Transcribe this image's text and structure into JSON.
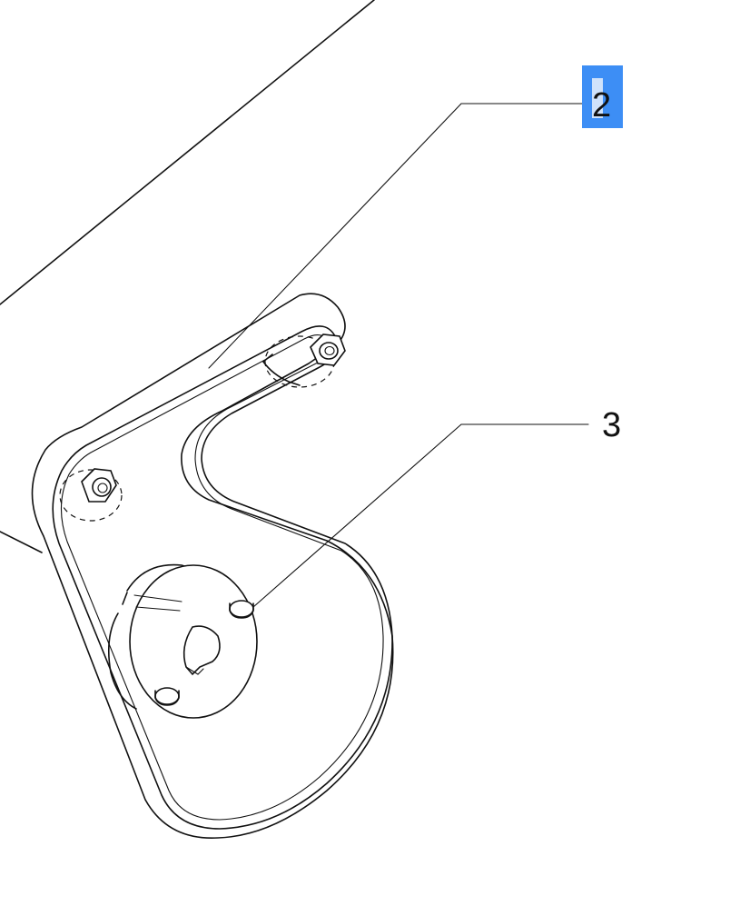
{
  "diagram": {
    "callouts": [
      {
        "id": "2",
        "label": "2",
        "selected": true
      },
      {
        "id": "3",
        "label": "3",
        "selected": false
      }
    ],
    "colors": {
      "selection": "#3d8ef5",
      "selection_inner": "#cfe2fb",
      "line": "#111111",
      "background": "#ffffff"
    }
  }
}
